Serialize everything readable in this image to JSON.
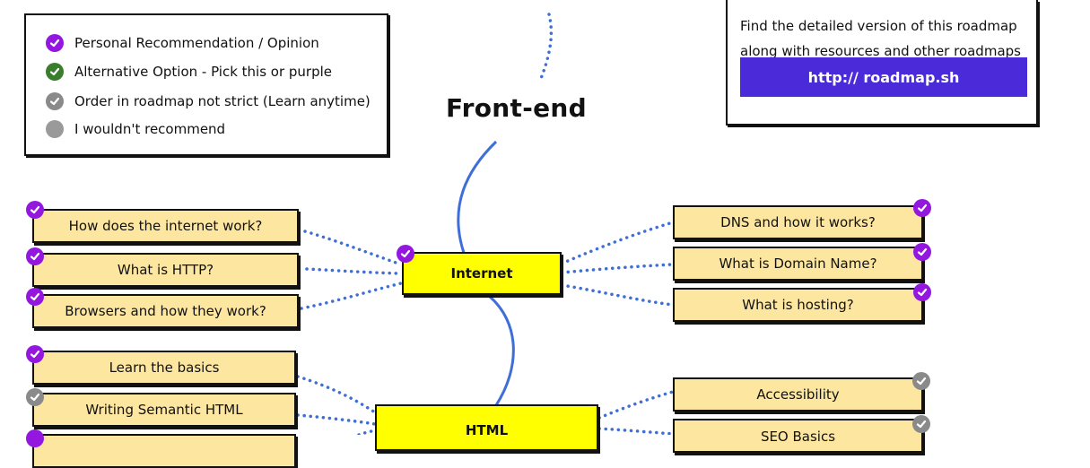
{
  "colors": {
    "recommended": "#9417e0",
    "alternative": "#3a7d2c",
    "anytime": "#8a8a8a",
    "not_recommended": "#9a9a9a",
    "sub_node": "#fde7a0",
    "main_node": "#ffff00",
    "link_button": "#4b2bd9",
    "connector": "#3f6fd6"
  },
  "legend": {
    "items": [
      {
        "label": "Personal Recommendation / Opinion",
        "icon": "check-circle-icon",
        "kind": "recommended"
      },
      {
        "label": "Alternative Option - Pick this or purple",
        "icon": "check-circle-icon",
        "kind": "alternative"
      },
      {
        "label": "Order in roadmap not strict (Learn anytime)",
        "icon": "check-circle-icon",
        "kind": "anytime"
      },
      {
        "label": "I wouldn't recommend",
        "icon": "circle-icon",
        "kind": "not_recommended"
      }
    ]
  },
  "info": {
    "line1": "Find the detailed version of this roadmap",
    "line2": "along with resources and other roadmaps",
    "link_label": "http:// roadmap.sh"
  },
  "title": "Front-end",
  "nodes": {
    "internet": "Internet",
    "html": "HTML",
    "internet_left": [
      "How does the internet work?",
      "What is HTTP?",
      "Browsers and how they work?"
    ],
    "internet_right": [
      "DNS and how it works?",
      "What is Domain Name?",
      "What is hosting?"
    ],
    "html_left": [
      "Learn the basics",
      "Writing Semantic HTML",
      ""
    ],
    "html_right": [
      "Accessibility",
      "SEO Basics"
    ]
  }
}
